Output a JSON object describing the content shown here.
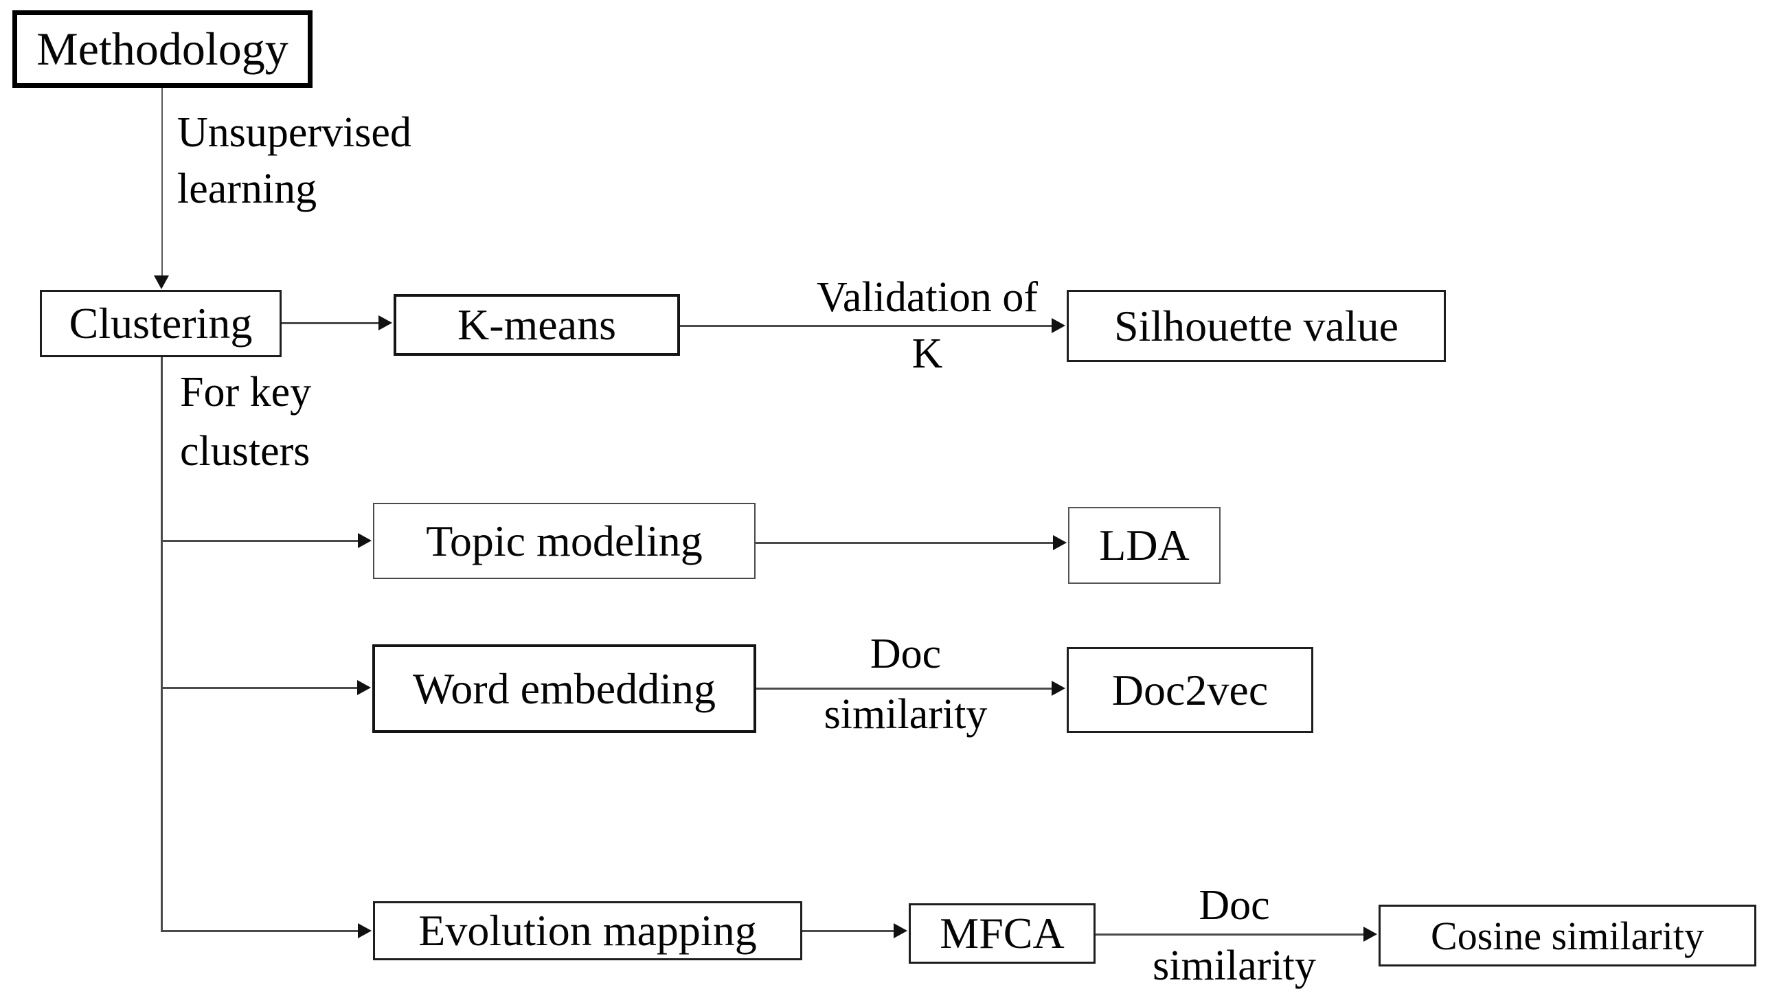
{
  "diagram": {
    "kind": "methodology-flowchart",
    "colors": {
      "background": "#ffffff",
      "line": "#4a4a4a",
      "arrowhead": "#111111",
      "box_border": "#1e1e1e",
      "text": "#000000"
    },
    "nodes": {
      "methodology": {
        "label": "Methodology"
      },
      "clustering": {
        "label": "Clustering"
      },
      "kmeans": {
        "label": "K-means"
      },
      "silhouette": {
        "label": "Silhouette value"
      },
      "topic_modeling": {
        "label": "Topic modeling"
      },
      "lda": {
        "label": "LDA"
      },
      "word_embedding": {
        "label": "Word embedding"
      },
      "doc2vec": {
        "label": "Doc2vec"
      },
      "evolution_mapping": {
        "label": "Evolution mapping"
      },
      "mfca": {
        "label": "MFCA"
      },
      "cosine_similarity": {
        "label": "Cosine similarity"
      }
    },
    "edge_labels": {
      "unsupervised_line1": "Unsupervised",
      "unsupervised_line2": "learning",
      "for_key_line1": "For key",
      "for_key_line2": "clusters",
      "validation_line1": "Validation of",
      "validation_line2": "K",
      "doc_sim1_line1": "Doc",
      "doc_sim1_line2": "similarity",
      "doc_sim2_line1": "Doc",
      "doc_sim2_line2": "similarity"
    }
  }
}
